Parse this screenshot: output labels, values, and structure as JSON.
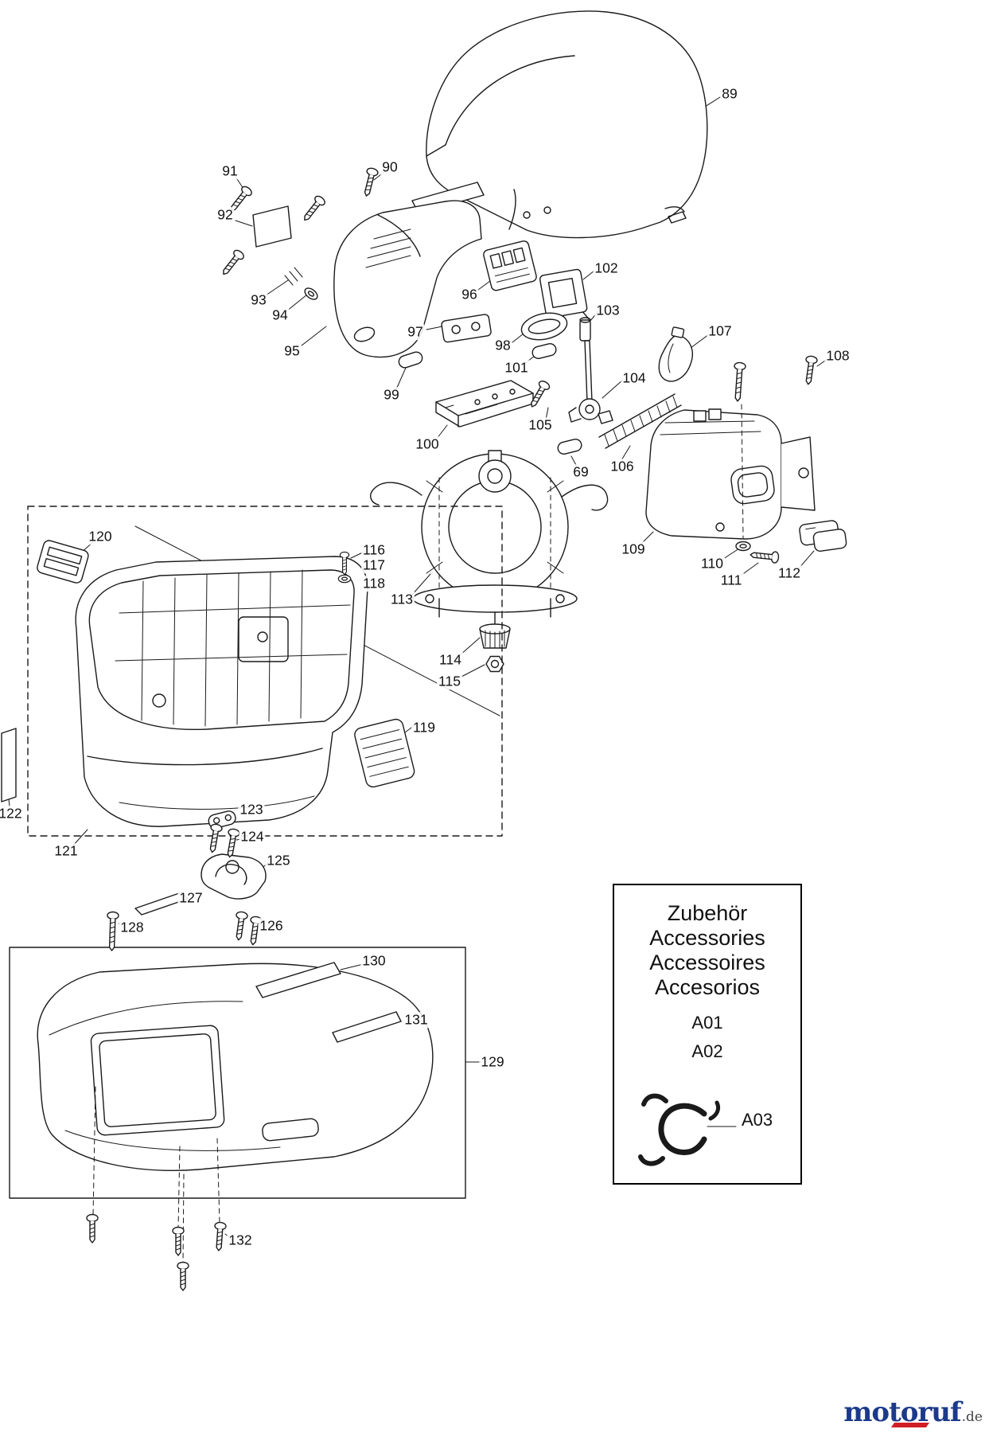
{
  "diagram": {
    "part_labels": [
      "89",
      "90",
      "91",
      "92",
      "93",
      "94",
      "95",
      "96",
      "97",
      "98",
      "99",
      "100",
      "101",
      "102",
      "103",
      "104",
      "105",
      "106",
      "69",
      "107",
      "108",
      "109",
      "110",
      "111",
      "112",
      "113",
      "114",
      "115",
      "116",
      "117",
      "118",
      "119",
      "120",
      "121",
      "122",
      "123",
      "124",
      "125",
      "126",
      "127",
      "128",
      "129",
      "130",
      "131",
      "132"
    ]
  },
  "accessories": {
    "title_lines": [
      "Zubehör",
      "Accessories",
      "Accessoires",
      "Accesorios"
    ],
    "items": [
      "A01",
      "A02",
      "A03"
    ]
  },
  "logo": {
    "text": "motoruf",
    "tld": ".de",
    "blue": "#1c3a8a",
    "red": "#cf1f25"
  },
  "colors": {
    "line": "#1a1a1a",
    "background": "#ffffff"
  }
}
